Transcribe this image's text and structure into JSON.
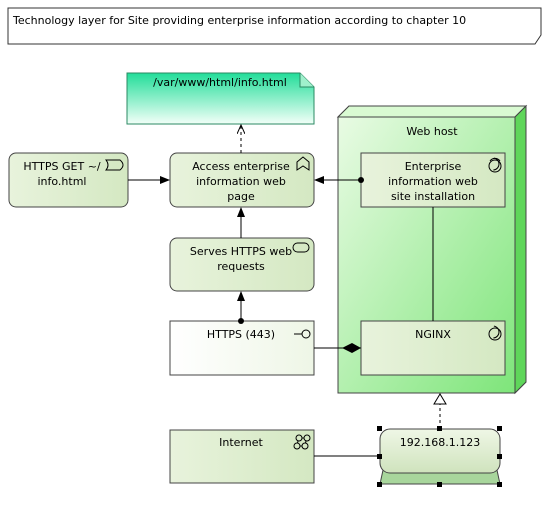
{
  "title": "Technology layer for Site providing enterprise information according to chapter 10",
  "artifact": {
    "label": "/var/www/html/info.html"
  },
  "node": {
    "label": "Web host"
  },
  "interface_get": {
    "line1": "HTTPS GET ~/",
    "line2": "info.html"
  },
  "function_access": {
    "line1": "Access enterprise",
    "line2": "information web",
    "line3": "page"
  },
  "service_serves": {
    "line1": "Serves HTTPS web",
    "line2": "requests"
  },
  "interface_https": {
    "label": "HTTPS (443)"
  },
  "system_software_site": {
    "line1": "Enterprise",
    "line2": "information web",
    "line3": "site installation"
  },
  "system_software_nginx": {
    "label": "NGINX"
  },
  "network_internet": {
    "label": "Internet"
  },
  "device_ip": {
    "label": "192.168.1.123"
  },
  "colors": {
    "tech_fill": "#e6f2d9",
    "node_fill": "#99ee99",
    "artifact_fill": "#33dd99",
    "border": "#444444"
  }
}
